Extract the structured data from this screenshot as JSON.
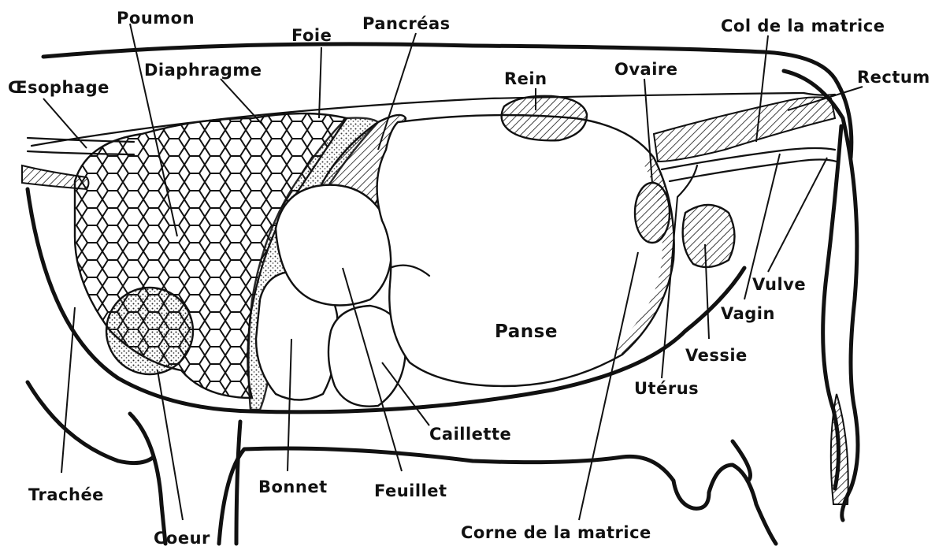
{
  "labels": {
    "poumon": "Poumon",
    "foie": "Foie",
    "pancreas": "Pancréas",
    "col_matrice": "Col de la matrice",
    "oesophage": "Œsophage",
    "diaphragme": "Diaphragme",
    "rein": "Rein",
    "ovaire": "Ovaire",
    "rectum": "Rectum",
    "vulve": "Vulve",
    "vagin": "Vagin",
    "panse": "Panse",
    "vessie": "Vessie",
    "uterus": "Utérus",
    "caillette": "Caillette",
    "trachee": "Trachée",
    "bonnet": "Bonnet",
    "feuillet": "Feuillet",
    "coeur": "Coeur",
    "corne_matrice": "Corne de la matrice"
  },
  "colors": {
    "ink": "#111111",
    "background": "#ffffff"
  }
}
